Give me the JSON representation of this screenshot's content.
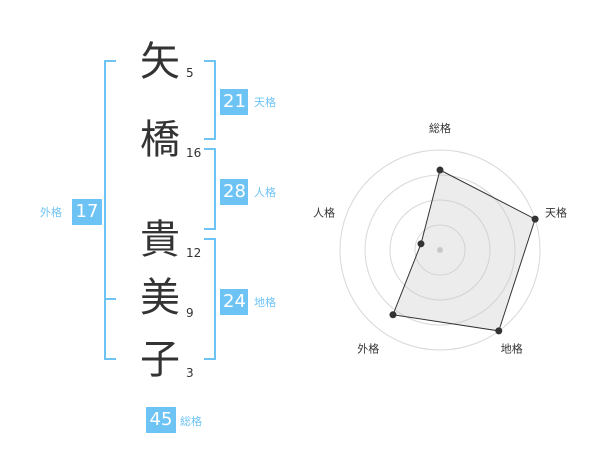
{
  "name_chars": [
    {
      "char": "矢",
      "strokes": "5"
    },
    {
      "char": "橋",
      "strokes": "16"
    },
    {
      "char": "貴",
      "strokes": "12"
    },
    {
      "char": "美",
      "strokes": "9"
    },
    {
      "char": "子",
      "strokes": "3"
    }
  ],
  "fortune": {
    "tenkaku": {
      "value": "21",
      "label": "天格"
    },
    "jinkaku": {
      "value": "28",
      "label": "人格"
    },
    "chikaku": {
      "value": "24",
      "label": "地格"
    },
    "gaikaku": {
      "value": "17",
      "label": "外格"
    },
    "soukaku": {
      "value": "45",
      "label": "総格"
    }
  },
  "colors": {
    "accent": "#6ec3f5",
    "text": "#333333"
  },
  "chart_data": {
    "type": "radar",
    "axes": [
      "総格",
      "天格",
      "地格",
      "外格",
      "人格"
    ],
    "values": [
      4,
      5,
      5,
      4,
      1
    ],
    "max": 5,
    "rings": 4
  }
}
